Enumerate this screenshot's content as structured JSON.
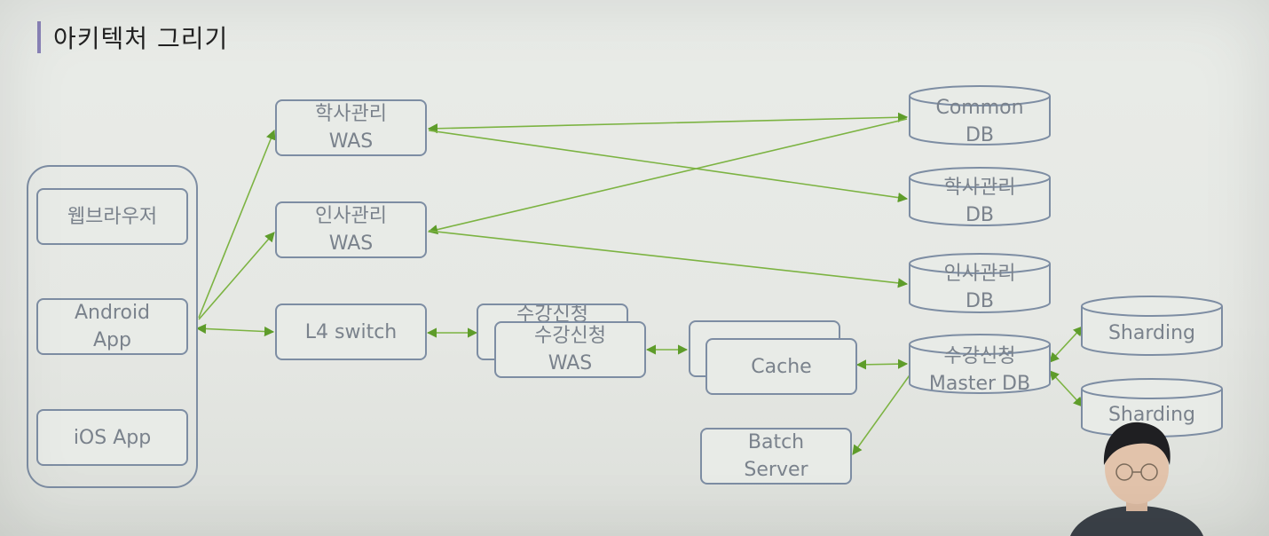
{
  "slide": {
    "title": "아키텍처 그리기"
  },
  "clients": {
    "web": "웹브라우저",
    "android": "Android\nApp",
    "ios": "iOS App"
  },
  "servers": {
    "academic_was": "학사관리\nWAS",
    "hr_was": "인사관리\nWAS",
    "l4": "L4 switch",
    "course_was_back": "수강신청",
    "course_was": "수강신청\nWAS",
    "cache": "Cache",
    "batch": "Batch\nServer"
  },
  "databases": {
    "common": "Common\nDB",
    "academic": "학사관리\nDB",
    "hr": "인사관리\nDB",
    "course_master": "수강신청\nMaster DB",
    "sharding_1": "Sharding",
    "sharding_2": "Sharding"
  },
  "colors": {
    "edge": "#7cb342",
    "arrowhead": "#5e9c2a",
    "node_border": "#7d8da3",
    "node_text": "#7a828c",
    "title_accent": "#8a83b8"
  }
}
